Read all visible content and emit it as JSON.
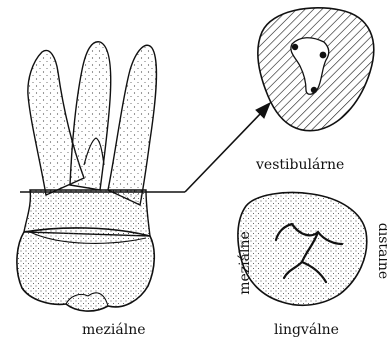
{
  "labels": {
    "mesial_view": "meziálne",
    "vestibular": "vestibulárne",
    "lingual": "lingválne",
    "mesial_side": "meziálne",
    "distal_side": "distálne"
  },
  "colors": {
    "ink": "#111111",
    "stipple": "#444444",
    "paper": "#ffffff"
  }
}
